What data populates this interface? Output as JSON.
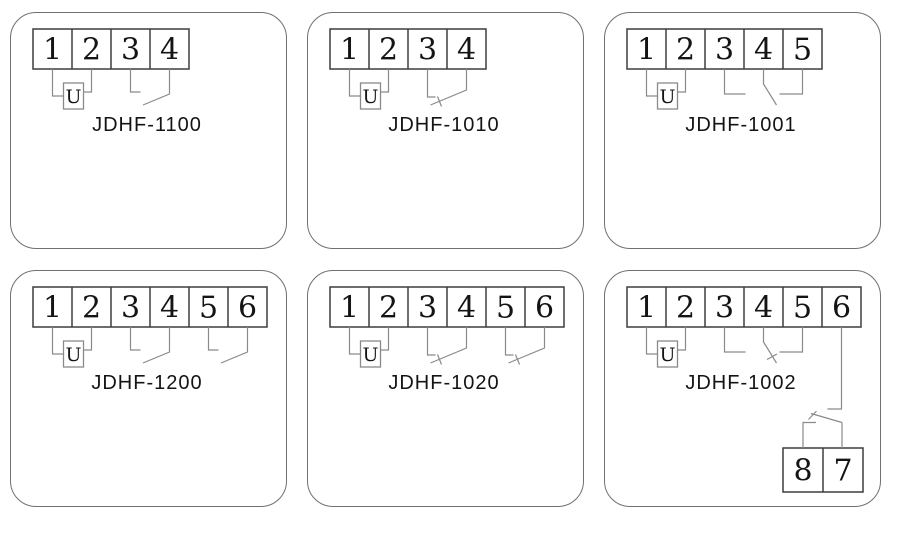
{
  "style": {
    "background": "#ffffff",
    "panel_border_color": "#707070",
    "block_color": "#3d3d3d",
    "wire_color": "#8a8a8a",
    "text_color": "#141414"
  },
  "panels": [
    {
      "id": "jdhf-1100",
      "label": "JDHF-1100",
      "terminals": [
        "1",
        "2",
        "3",
        "4"
      ],
      "coil": {
        "label": "U",
        "terminals": [
          1,
          2
        ]
      },
      "contacts": [
        {
          "type": "no",
          "terminals": [
            3,
            4
          ]
        }
      ]
    },
    {
      "id": "jdhf-1010",
      "label": "JDHF-1010",
      "terminals": [
        "1",
        "2",
        "3",
        "4"
      ],
      "coil": {
        "label": "U",
        "terminals": [
          1,
          2
        ]
      },
      "contacts": [
        {
          "type": "nc",
          "terminals": [
            3,
            4
          ]
        }
      ]
    },
    {
      "id": "jdhf-1001",
      "label": "JDHF-1001",
      "terminals": [
        "1",
        "2",
        "3",
        "4",
        "5"
      ],
      "coil": {
        "label": "U",
        "terminals": [
          1,
          2
        ]
      },
      "contacts": [
        {
          "type": "changeover",
          "terminals": [
            3,
            4,
            5
          ],
          "tick": false
        }
      ]
    },
    {
      "id": "jdhf-1200",
      "label": "JDHF-1200",
      "terminals": [
        "1",
        "2",
        "3",
        "4",
        "5",
        "6"
      ],
      "coil": {
        "label": "U",
        "terminals": [
          1,
          2
        ]
      },
      "contacts": [
        {
          "type": "no",
          "terminals": [
            3,
            4
          ]
        },
        {
          "type": "no",
          "terminals": [
            5,
            6
          ]
        }
      ]
    },
    {
      "id": "jdhf-1020",
      "label": "JDHF-1020",
      "terminals": [
        "1",
        "2",
        "3",
        "4",
        "5",
        "6"
      ],
      "coil": {
        "label": "U",
        "terminals": [
          1,
          2
        ]
      },
      "contacts": [
        {
          "type": "nc",
          "terminals": [
            3,
            4
          ]
        },
        {
          "type": "nc",
          "terminals": [
            5,
            6
          ]
        }
      ]
    },
    {
      "id": "jdhf-1002",
      "label": "JDHF-1002",
      "terminals": [
        "1",
        "2",
        "3",
        "4",
        "5",
        "6"
      ],
      "coil": {
        "label": "U",
        "terminals": [
          1,
          2
        ]
      },
      "contacts": [
        {
          "type": "changeover",
          "terminals": [
            3,
            4,
            5
          ],
          "tick": true
        }
      ],
      "aux": {
        "terminals": [
          "8",
          "7"
        ],
        "wire_from": 6
      }
    }
  ]
}
